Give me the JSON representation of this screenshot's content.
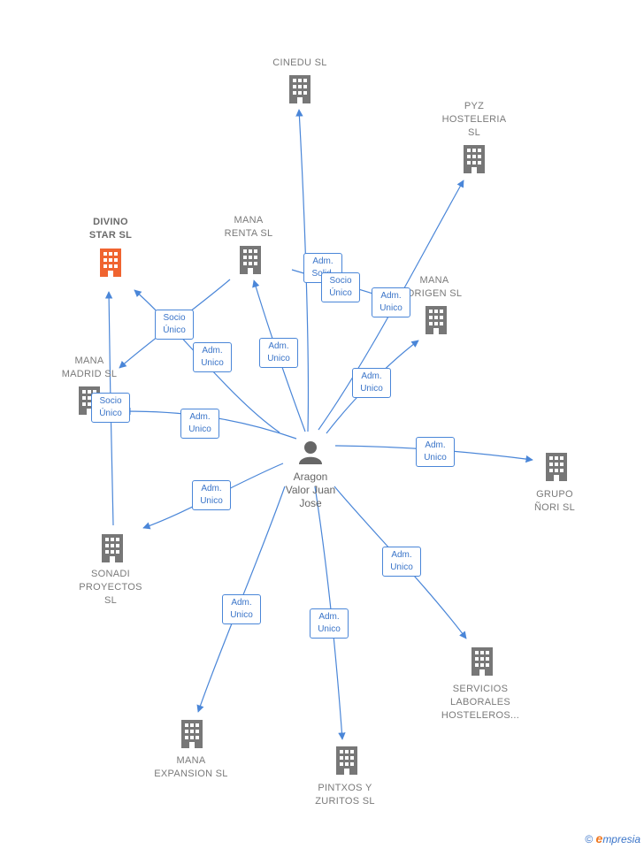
{
  "center": {
    "label_lines": [
      "Aragon",
      "Valor Juan",
      "Jose"
    ],
    "icon": "person-icon"
  },
  "colors": {
    "edge": "#4a86d8",
    "building": "#777777",
    "building_highlight": "#f06430"
  },
  "nodes": [
    {
      "id": "cinedu",
      "lines": [
        "CINEDU  SL"
      ],
      "highlight": false
    },
    {
      "id": "pyz",
      "lines": [
        "PYZ",
        "HOSTELERIA",
        "SL"
      ],
      "highlight": false
    },
    {
      "id": "divino",
      "lines": [
        "DIVINO",
        "STAR  SL"
      ],
      "highlight": true
    },
    {
      "id": "mana-renta",
      "lines": [
        "MANA",
        "RENTA  SL"
      ],
      "highlight": false
    },
    {
      "id": "mana-origen",
      "lines": [
        "MANA",
        "ORIGEN  SL"
      ],
      "highlight": false
    },
    {
      "id": "mana-madrid",
      "lines": [
        "MANA",
        "MADRID  SL"
      ],
      "highlight": false
    },
    {
      "id": "grupo-nori",
      "lines": [
        "GRUPO",
        "ÑORI  SL"
      ],
      "highlight": false
    },
    {
      "id": "sonadi",
      "lines": [
        "SONADI",
        "PROYECTOS",
        "SL"
      ],
      "highlight": false
    },
    {
      "id": "servicios",
      "lines": [
        "SERVICIOS",
        "LABORALES",
        "HOSTELEROS..."
      ],
      "highlight": false
    },
    {
      "id": "mana-expansion",
      "lines": [
        "MANA",
        "EXPANSION  SL"
      ],
      "highlight": false
    },
    {
      "id": "pintxos",
      "lines": [
        "PINTXOS Y",
        "ZURITOS SL"
      ],
      "highlight": false
    }
  ],
  "edge_labels": [
    {
      "id": "cinedu",
      "lines": [
        "Adm.",
        "Solid."
      ]
    },
    {
      "id": "mana-renta-socio",
      "lines": [
        "Socio",
        "Único"
      ]
    },
    {
      "id": "pyz",
      "lines": [
        "Adm.",
        "Unico"
      ]
    },
    {
      "id": "divino",
      "lines": [
        "Socio",
        "Único"
      ]
    },
    {
      "id": "divino-adm",
      "lines": [
        "Adm.",
        "Unico"
      ]
    },
    {
      "id": "mana-renta",
      "lines": [
        "Adm.",
        "Unico"
      ]
    },
    {
      "id": "mana-origen",
      "lines": [
        "Adm.",
        "Unico"
      ]
    },
    {
      "id": "mana-madrid-socio",
      "lines": [
        "Socio",
        "Único"
      ]
    },
    {
      "id": "mana-madrid",
      "lines": [
        "Adm.",
        "Unico"
      ]
    },
    {
      "id": "grupo-nori",
      "lines": [
        "Adm.",
        "Unico"
      ]
    },
    {
      "id": "sonadi",
      "lines": [
        "Adm.",
        "Unico"
      ]
    },
    {
      "id": "servicios",
      "lines": [
        "Adm.",
        "Unico"
      ]
    },
    {
      "id": "mana-expansion",
      "lines": [
        "Adm.",
        "Unico"
      ]
    },
    {
      "id": "pintxos",
      "lines": [
        "Adm.",
        "Unico"
      ]
    }
  ],
  "footer": {
    "copyright": "©",
    "brand_e": "e",
    "brand_rest": "mpresia"
  }
}
